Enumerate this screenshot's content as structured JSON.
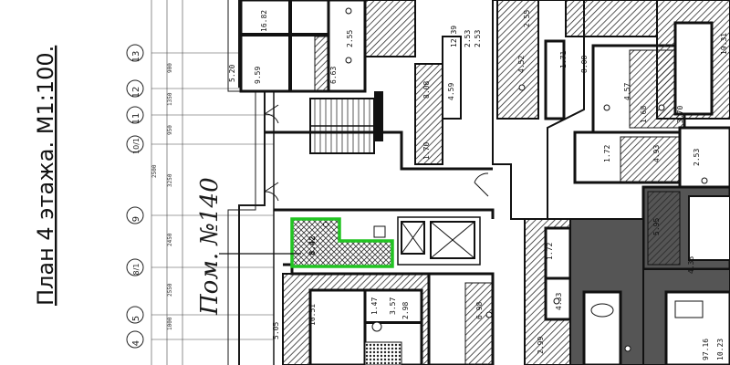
{
  "title": "План 4 этажа. М1:100.",
  "handwritten_label": "Пом. №140",
  "colors": {
    "wall": "#1a1a1a",
    "hatch": "#3a3a3a",
    "highlight": "#22c422",
    "paper": "#ffffff"
  },
  "axis_labels": [
    "13",
    "12",
    "11",
    "10/1",
    "9",
    "8/1",
    "5",
    "4"
  ],
  "axis_dimensions": [
    "900",
    "1350",
    "950",
    "2500",
    "3250",
    "2450",
    "2550",
    "1000"
  ],
  "room_areas": {
    "highlighted": "8.42",
    "a1": "16.82",
    "a2": "9.59",
    "a3": "5.20",
    "a4": "6.63",
    "a5": "2.55",
    "a6": "8.08",
    "a7": "1.70",
    "a8": "4.59",
    "a9": "10.51",
    "a10": "1.47",
    "a11": "3.57",
    "a12": "2.98",
    "a13": "6.98",
    "a14": "5.05",
    "a15": "1.72",
    "a16": "4.93",
    "a17": "1.72",
    "a18": "4.33",
    "a19": "2.53",
    "a20": "5.95",
    "a21": "2.99",
    "a22": "97.16",
    "a23": "10.23",
    "a24": "2.55",
    "a25": "4.52",
    "a26": "1.71",
    "a27": "8.08",
    "a28": "2.53",
    "a29": "19.31",
    "a30": "4.57",
    "a31": "1.68",
    "a32": "3.70",
    "a33": "12.39",
    "a34": "2.53",
    "a35": "4.33"
  }
}
